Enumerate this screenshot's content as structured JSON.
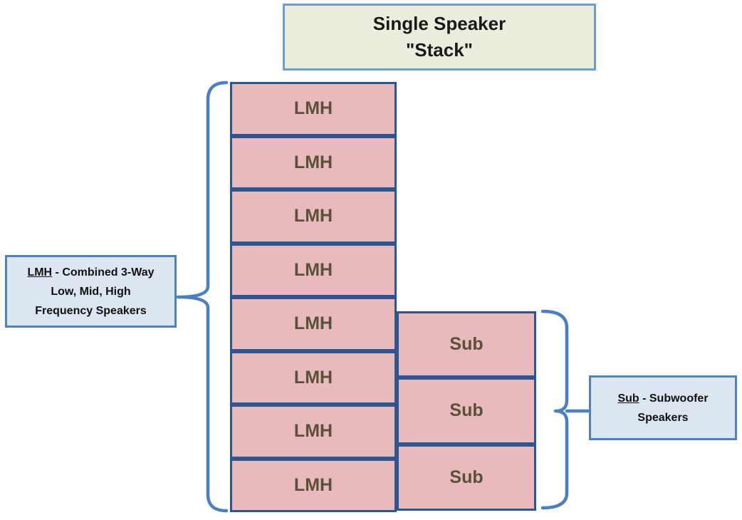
{
  "title": {
    "line1": "Single Speaker",
    "line2": "\"Stack\""
  },
  "stack": {
    "lmh_boxes": [
      "LMH",
      "LMH",
      "LMH",
      "LMH",
      "LMH",
      "LMH",
      "LMH",
      "LMH"
    ],
    "sub_boxes": [
      "Sub",
      "Sub",
      "Sub"
    ]
  },
  "callouts": {
    "lmh": {
      "term": "LMH",
      "line1_rest": " - Combined 3-Way",
      "line2": "Low, Mid, High",
      "line3": "Frequency Speakers"
    },
    "sub": {
      "term": "Sub",
      "line1_rest": " - Subwoofer",
      "line2": "Speakers"
    }
  },
  "colors": {
    "background": "#ffffff",
    "title_fill": "#ebeedd",
    "title_border": "#6f9bd1",
    "speaker_fill": "#e8babd",
    "speaker_border": "#2f5591",
    "speaker_label_text": "#5a5138",
    "callout_fill": "#dce6f1",
    "callout_border": "#4f81bd",
    "brace_stroke": "#4b7fc0",
    "text": "#1a1a1a"
  }
}
